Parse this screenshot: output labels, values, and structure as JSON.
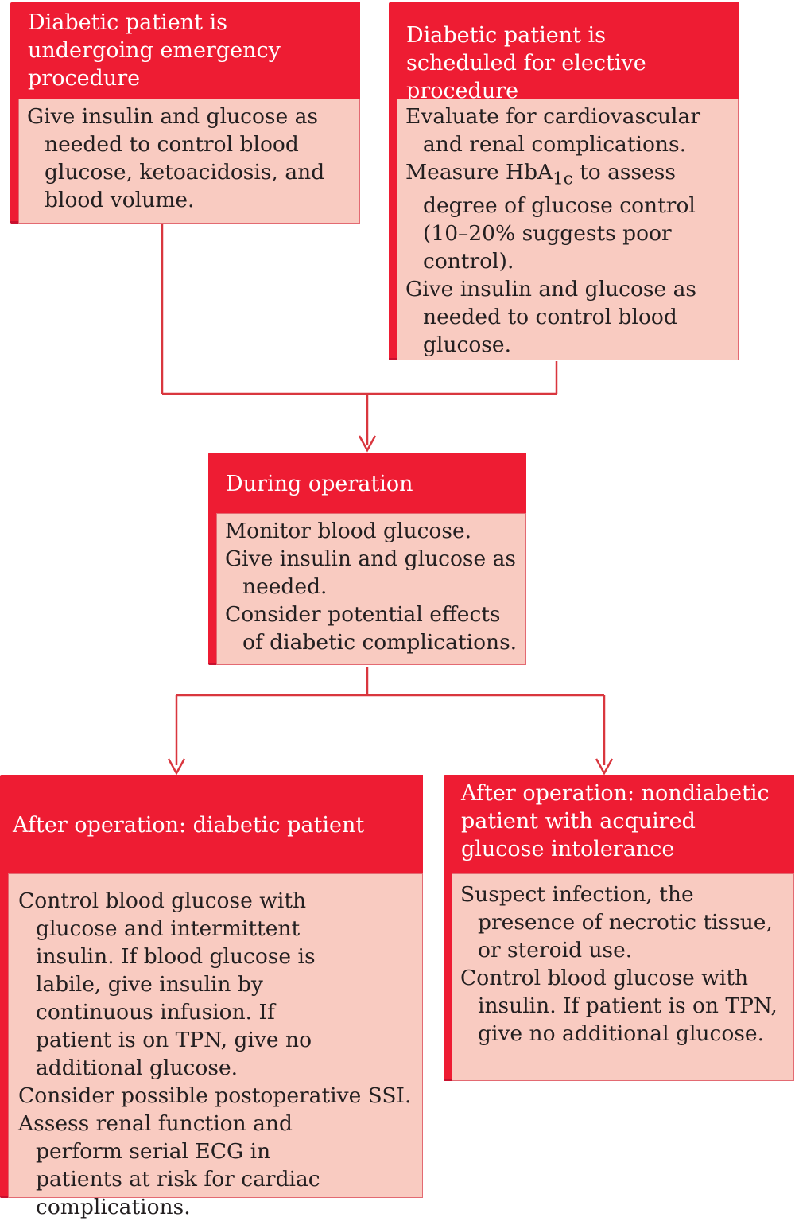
{
  "boxes": {
    "emergency": {
      "title": "Diabetic patient is undergoing emergency procedure",
      "items": [
        "Give insulin and glucose as needed to control blood glucose, ketoacidosis, and blood volume."
      ]
    },
    "elective": {
      "title": "Diabetic patient is scheduled for elective procedure",
      "items": [
        "Evaluate for cardiovascular and renal complications.",
        "Measure HbA1c to assess degree of glucose control (10–20% suggests poor control).",
        "Give insulin and glucose as needed to control blood glucose."
      ],
      "hba1c": {
        "prefix": "Measure HbA",
        "subscript": "1c",
        "suffix": " to assess degree of glucose control (10–20% suggests poor control)."
      }
    },
    "during": {
      "title": "During operation",
      "items": [
        "Monitor blood glucose.",
        "Give insulin and glucose as needed.",
        "Consider potential effects of diabetic complications."
      ]
    },
    "after_diabetic": {
      "title": "After operation: diabetic patient",
      "items": [
        "Control blood glucose with glucose and intermittent insulin. If blood glucose is labile, give insulin by continuous infusion. If patient is on TPN, give no additional glucose.",
        "Consider possible postoperative SSI.",
        "Assess renal function and perform serial ECG in patients at risk for cardiac complications."
      ]
    },
    "after_nondiabetic": {
      "title": "After operation: nondiabetic patient with acquired glucose intolerance",
      "items": [
        "Suspect infection, the presence of necrotic tissue, or steroid use.",
        "Control blood glucose with insulin. If patient is on TPN, give no additional glucose."
      ]
    }
  },
  "colors": {
    "header_red": "#ee1c33",
    "body_pink": "#f9cbc1",
    "connector": "#d9363e",
    "header_text": "#ffffff",
    "body_text": "#231f20"
  }
}
